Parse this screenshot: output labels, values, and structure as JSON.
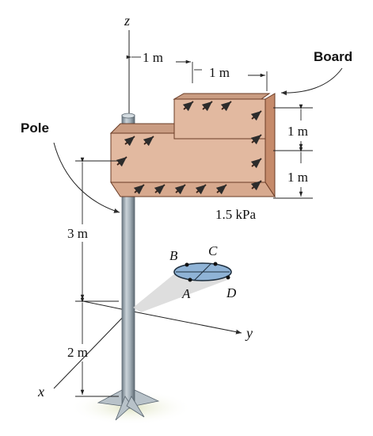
{
  "labels": {
    "axis_z": "z",
    "axis_y": "y",
    "axis_x": "x",
    "board": "Board",
    "pole": "Pole",
    "dim_pole_to_step": "1 m",
    "dim_step_width": "1 m",
    "dim_upper_height": "1 m",
    "dim_lower_height": "1 m",
    "dim_pole_upper": "3 m",
    "dim_pole_lower": "2 m",
    "pressure": "1.5 kPa",
    "point_a": "A",
    "point_b": "B",
    "point_c": "C",
    "point_d": "D"
  },
  "colors": {
    "board_front": "#e2b9a0",
    "board_side": "#c58a6a",
    "board_dark": "#8a4e32",
    "pole": "#9aa8b2",
    "section": "#8fb3d6",
    "ground": "#e7ead0"
  }
}
